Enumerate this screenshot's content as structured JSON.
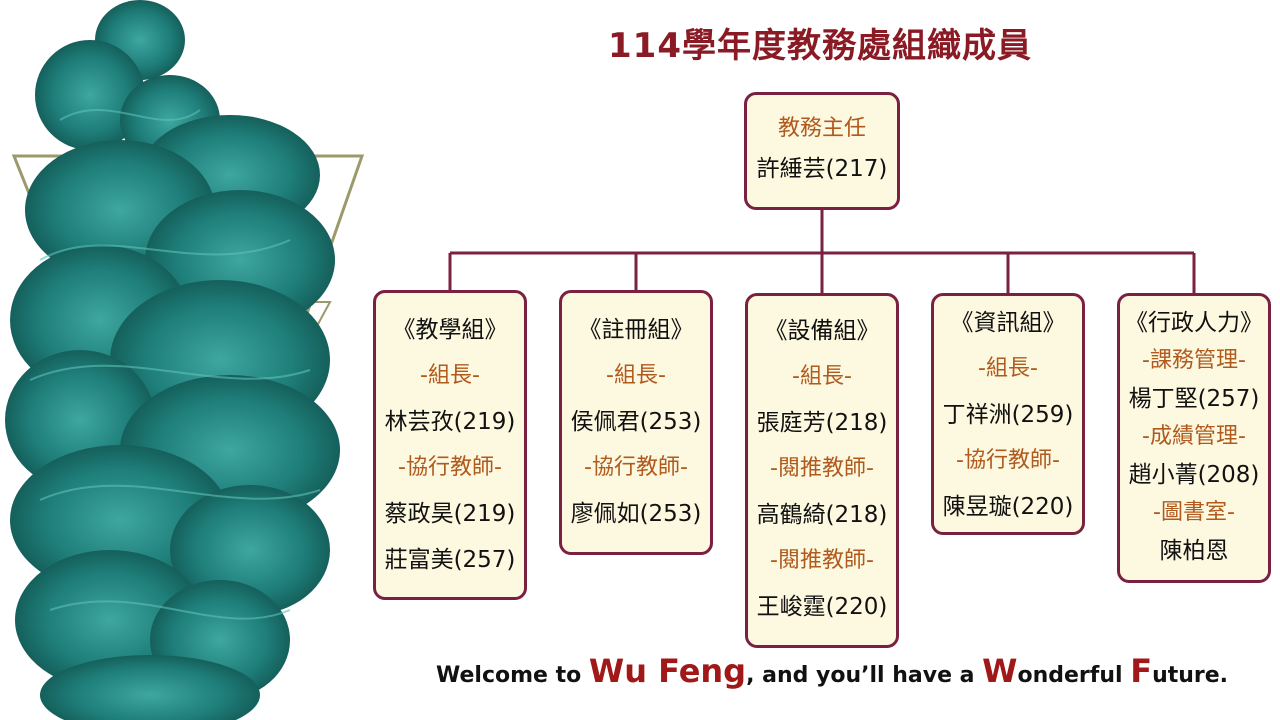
{
  "title": "114學年度教務處組織成員",
  "director": {
    "role": "教務主任",
    "name": "許綞芸(217)"
  },
  "groups": [
    {
      "name": "《教學組》",
      "lines": [
        {
          "text": "-組長-",
          "kind": "role"
        },
        {
          "text": "林芸孜(219)",
          "kind": "person"
        },
        {
          "text": "-協行教師-",
          "kind": "role"
        },
        {
          "text": "蔡政昊(219)",
          "kind": "person"
        },
        {
          "text": "莊富美(257)",
          "kind": "person"
        }
      ]
    },
    {
      "name": "《註冊組》",
      "lines": [
        {
          "text": "-組長-",
          "kind": "role"
        },
        {
          "text": "侯佩君(253)",
          "kind": "person"
        },
        {
          "text": "-協行教師-",
          "kind": "role"
        },
        {
          "text": "廖佩如(253)",
          "kind": "person"
        }
      ]
    },
    {
      "name": "《設備組》",
      "lines": [
        {
          "text": "-組長-",
          "kind": "role"
        },
        {
          "text": "張庭芳(218)",
          "kind": "person"
        },
        {
          "text": "-閱推教師-",
          "kind": "role"
        },
        {
          "text": "高鶴綺(218)",
          "kind": "person"
        },
        {
          "text": "-閱推教師-",
          "kind": "role"
        },
        {
          "text": "王峻霆(220)",
          "kind": "person"
        }
      ]
    },
    {
      "name": "《資訊組》",
      "lines": [
        {
          "text": "-組長-",
          "kind": "role"
        },
        {
          "text": "丁祥洲(259)",
          "kind": "person"
        },
        {
          "text": "-協行教師-",
          "kind": "role"
        },
        {
          "text": "陳昱璇(220)",
          "kind": "person"
        }
      ]
    },
    {
      "name": "《行政人力》",
      "lines": [
        {
          "text": "-課務管理-",
          "kind": "role"
        },
        {
          "text": "楊丁堅(257)",
          "kind": "person"
        },
        {
          "text": "-成績管理-",
          "kind": "role"
        },
        {
          "text": "趙小菁(208)",
          "kind": "person"
        },
        {
          "text": "-圖書室-",
          "kind": "role"
        },
        {
          "text": "陳柏恩",
          "kind": "person"
        }
      ]
    }
  ],
  "footer": {
    "p1": "Welcome to ",
    "e1": "Wu Feng",
    "p2": ", and you’ll have a ",
    "e2": "W",
    "p3": "onderful ",
    "e3": "F",
    "p4": "uture."
  },
  "colors": {
    "box_border": "#7a2040",
    "box_fill": "#fdf8e0",
    "role_text": "#b05a1e",
    "title_text": "#8a1a24",
    "accent_red": "#a01818",
    "ink_teal": "#1f7f7a",
    "frame_olive": "#9c9a6a"
  },
  "decoration": {
    "image": "teal-ink-cloud",
    "frame": "olive-triangle-outline"
  }
}
